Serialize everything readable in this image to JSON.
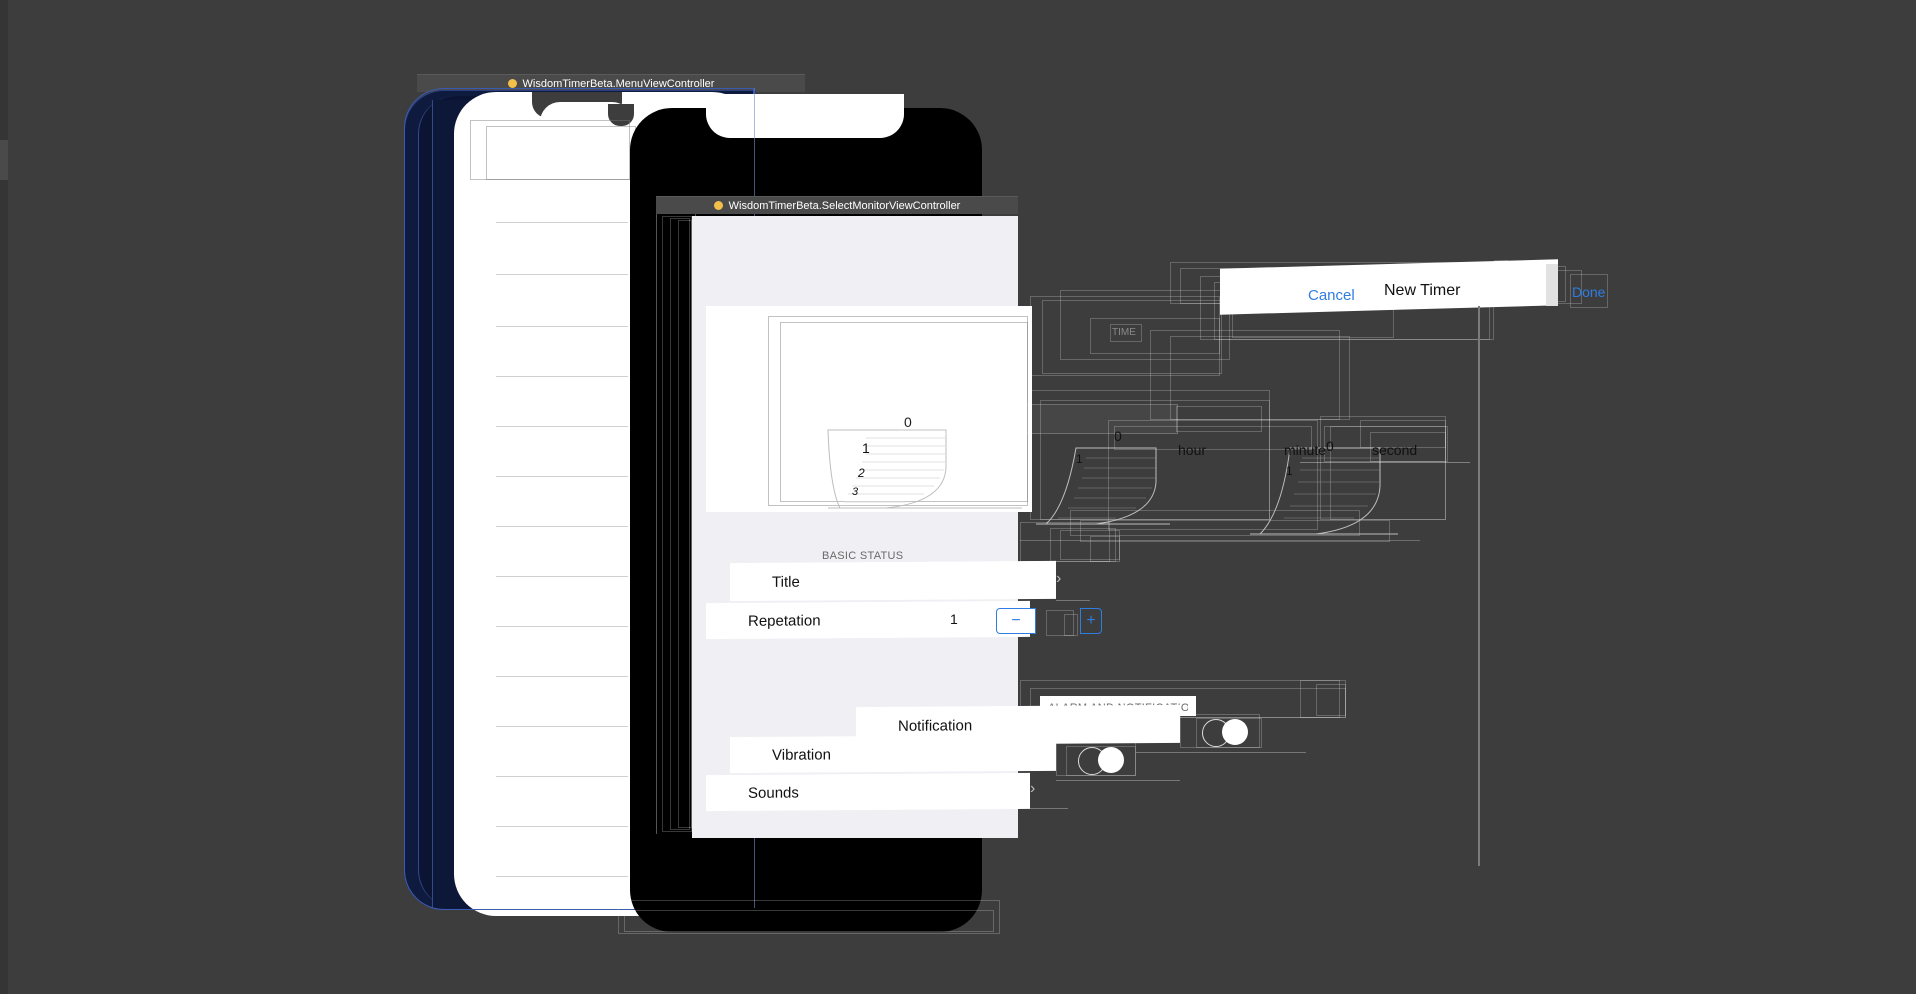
{
  "menu_vc": {
    "title": "WisdomTimerBeta.MenuViewController"
  },
  "select_vc": {
    "title": "WisdomTimerBeta.SelectMonitorViewController"
  },
  "navbar": {
    "cancel": "Cancel",
    "title": "New Timer",
    "done": "Done"
  },
  "picker": {
    "time_header": "TIME",
    "hour_values": [
      "0",
      "1",
      "2",
      "3"
    ],
    "minute_value": "0",
    "second_value": "0",
    "minute_next": "1",
    "second_next": "1",
    "labels": {
      "hour": "hour",
      "minute": "minute",
      "second": "second"
    }
  },
  "basic_status": {
    "header": "BASIC STATUS",
    "title_label": "Title",
    "repetation_label": "Repetation",
    "repetation_value": "1",
    "stepper_minus": "−",
    "stepper_plus": "+"
  },
  "alarm": {
    "header": "ALARM AND NOTIFICATION",
    "notification_label": "Notification",
    "vibration_label": "Vibration",
    "sounds_label": "Sounds"
  },
  "colors": {
    "background": "#3d3d3d",
    "accent": "#2f7de1",
    "vc_title_dot": "#f2c04a",
    "menu_navy": "#0e1a3e"
  }
}
